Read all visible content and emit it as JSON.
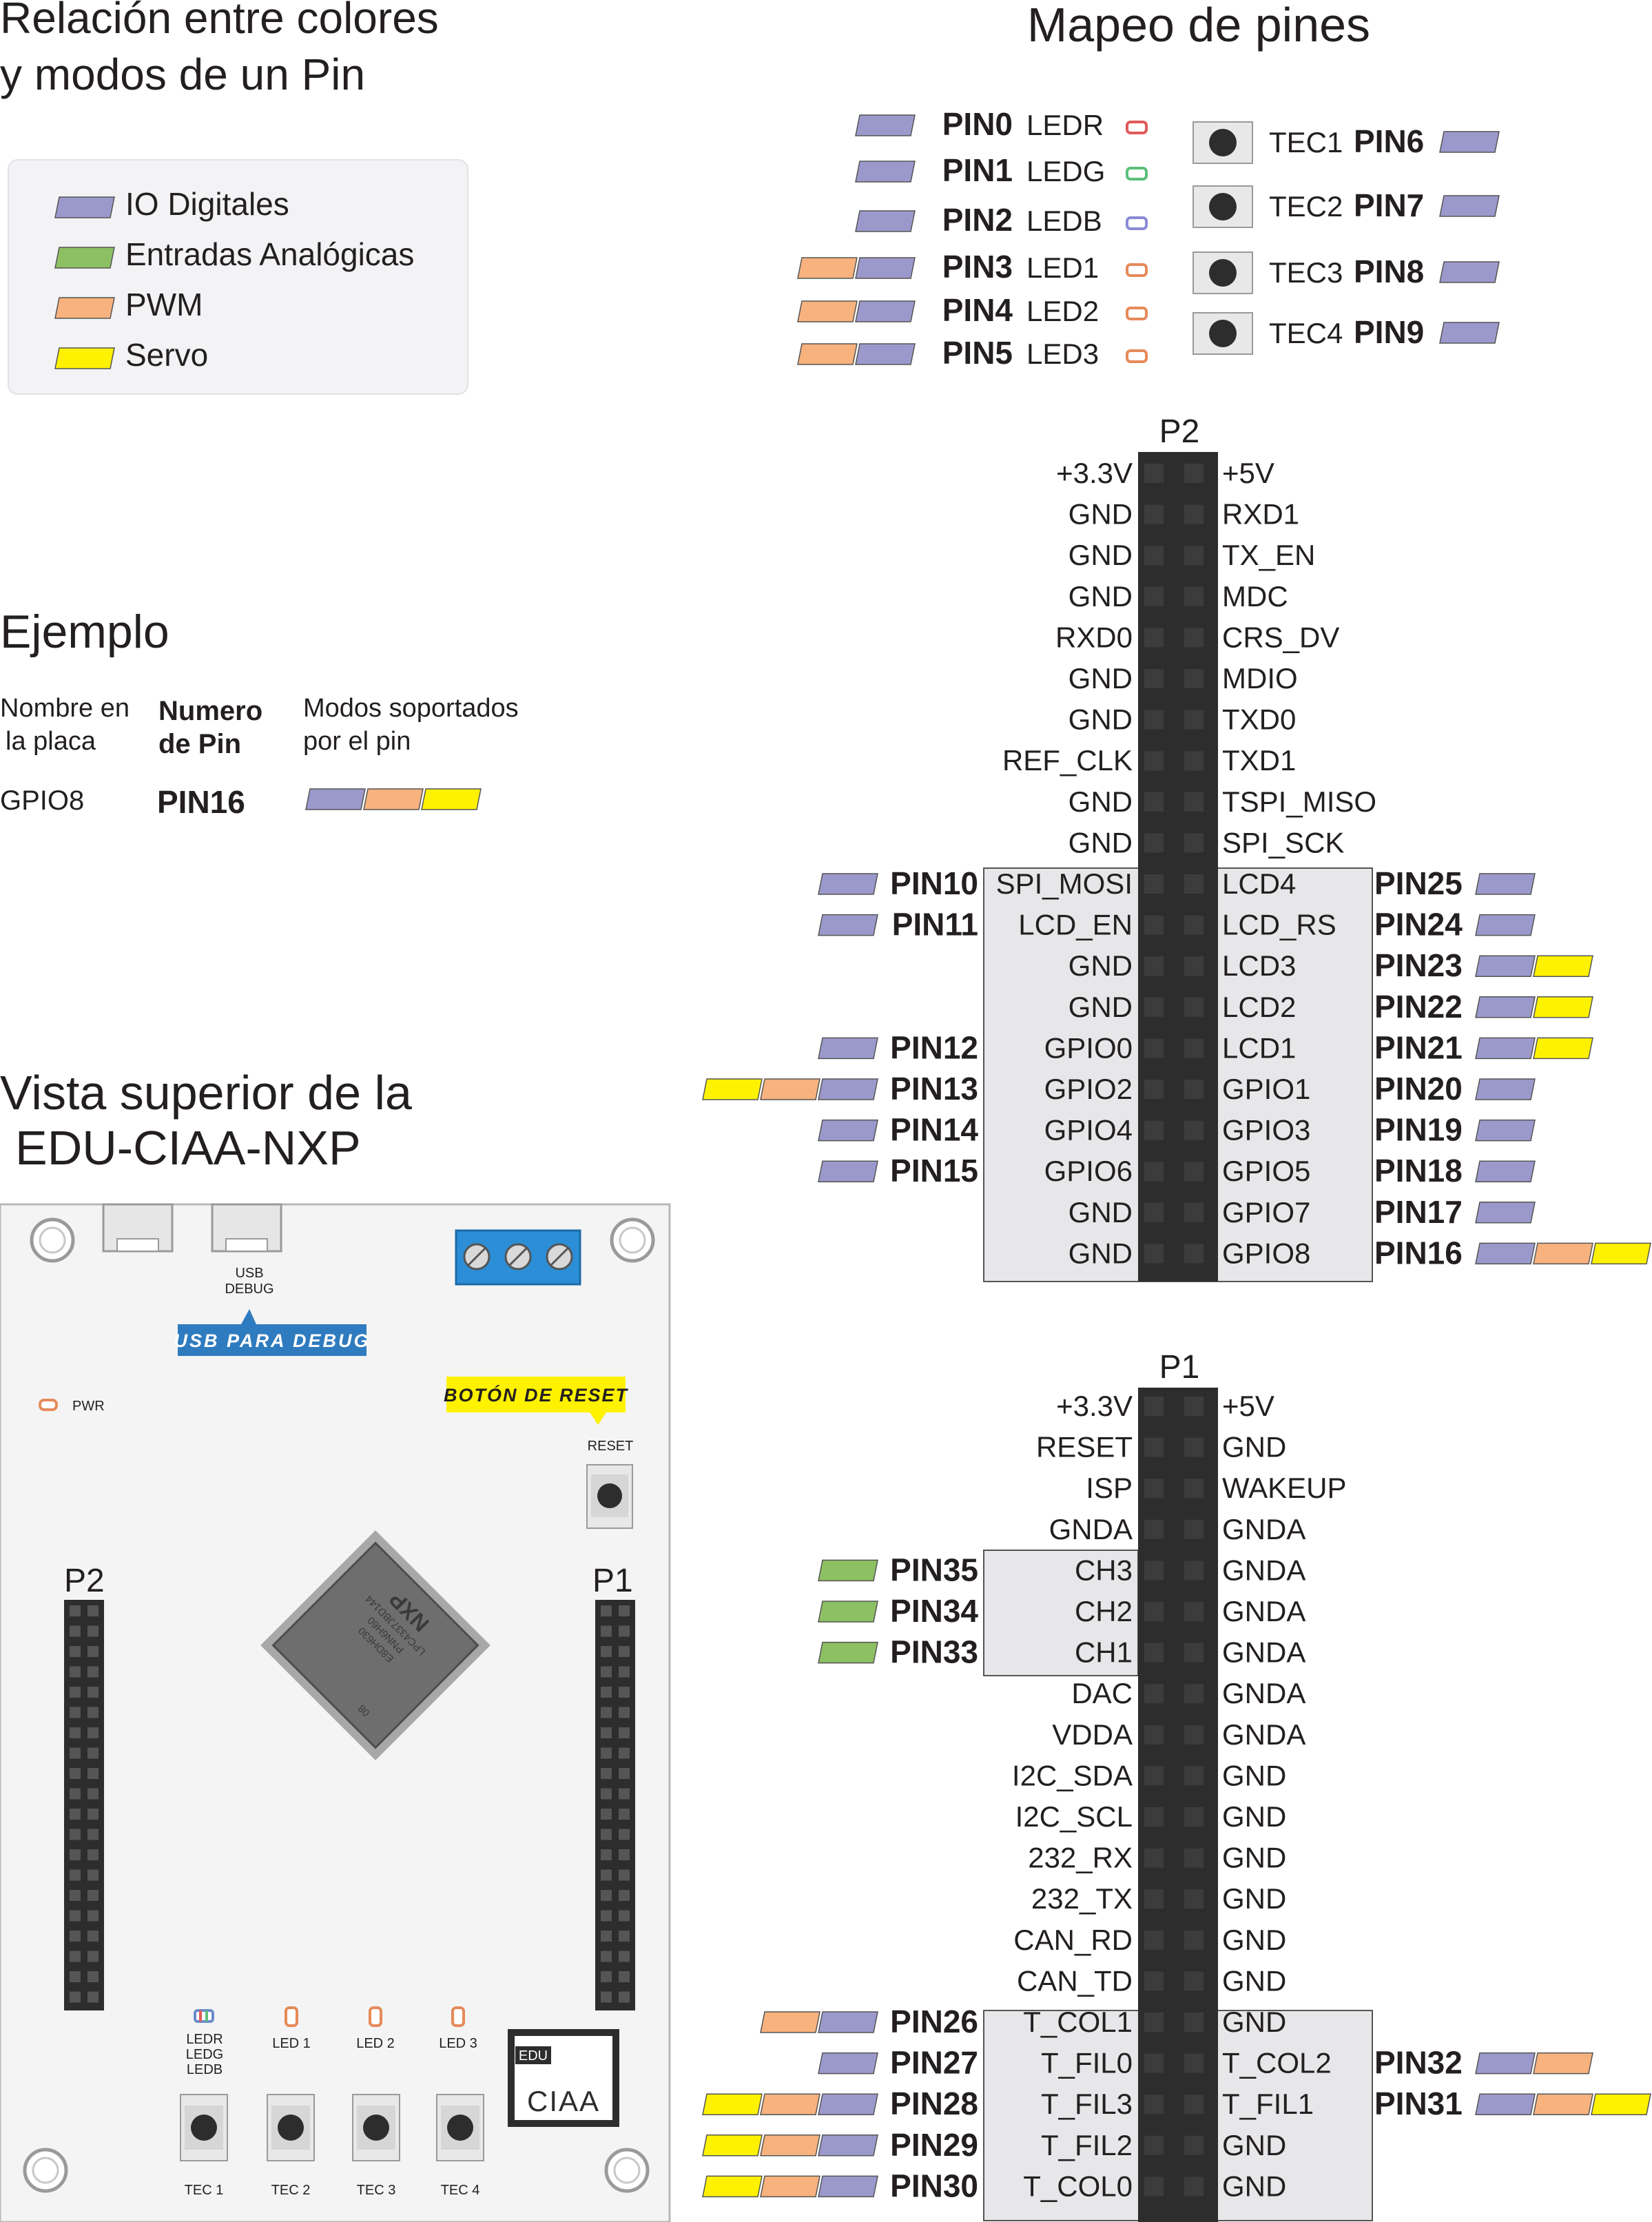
{
  "colors": {
    "io": "#9b99cc",
    "analog": "#8cc063",
    "pwm": "#f7b27e",
    "servo": "#fff200",
    "header": "#2d2d2d",
    "pin_square": "#3c3c3c",
    "group_box": "#e7e7e9",
    "legend_box": "#f3f2f4",
    "board": "#f4f4f4",
    "terminal": "#2b8ed6",
    "callout_blue": "#2f7bbf",
    "callout_yellow": "#fff200"
  },
  "legend": {
    "title_line1": "Relación entre colores",
    "title_line2": "y modos de un Pin",
    "items": [
      {
        "label": "IO Digitales",
        "color": "io"
      },
      {
        "label": "Entradas Analógicas",
        "color": "analog"
      },
      {
        "label": "PWM",
        "color": "pwm"
      },
      {
        "label": "Servo",
        "color": "servo"
      }
    ]
  },
  "example": {
    "title": "Ejemplo",
    "col1_line1": "Nombre en",
    "col1_line2": "la placa",
    "col2_line1": "Numero",
    "col2_line2": "de Pin",
    "col3_line1": "Modos soportados",
    "col3_line2": "por el pin",
    "board_name": "GPIO8",
    "pin_name": "PIN16",
    "modes": [
      "io",
      "pwm",
      "servo"
    ]
  },
  "top_view": {
    "title_line1": "Vista superior de la",
    "title_line2": "EDU-CIAA-NXP"
  },
  "board": {
    "usb_label_line1": "USB",
    "usb_label_line2": "DEBUG",
    "usb_callout": "USB PARA DEBUG",
    "reset_callout": "BOTÓN DE RESET",
    "reset_label": "RESET",
    "pwr_label": "PWR",
    "p2_label": "P2",
    "p1_label": "P1",
    "chip_text": [
      "NXP",
      "LPC4337JBD144",
      "PNN6H60",
      "E8DH630",
      "08"
    ],
    "led_rgb_labels": [
      "LEDR",
      "LEDG",
      "LEDB"
    ],
    "led_labels": [
      "LED 1",
      "LED 2",
      "LED 3"
    ],
    "tec_labels": [
      "TEC 1",
      "TEC 2",
      "TEC 3",
      "TEC 4"
    ],
    "logo_tag": "EDU",
    "logo_text": "CIAA"
  },
  "mapping": {
    "title": "Mapeo de pines",
    "leds": [
      {
        "pin": "PIN0",
        "label": "LEDR",
        "modes": [
          "io"
        ],
        "led": "#e05a5a"
      },
      {
        "pin": "PIN1",
        "label": "LEDG",
        "modes": [
          "io"
        ],
        "led": "#5bbf7a"
      },
      {
        "pin": "PIN2",
        "label": "LEDB",
        "modes": [
          "io"
        ],
        "led": "#8a8ad8"
      },
      {
        "pin": "PIN3",
        "label": "LED1",
        "modes": [
          "pwm",
          "io"
        ],
        "led": "#e58a5a"
      },
      {
        "pin": "PIN4",
        "label": "LED2",
        "modes": [
          "pwm",
          "io"
        ],
        "led": "#e58a5a"
      },
      {
        "pin": "PIN5",
        "label": "LED3",
        "modes": [
          "pwm",
          "io"
        ],
        "led": "#e58a5a"
      }
    ],
    "buttons": [
      {
        "label": "TEC1",
        "pin": "PIN6",
        "modes": [
          "io"
        ]
      },
      {
        "label": "TEC2",
        "pin": "PIN7",
        "modes": [
          "io"
        ]
      },
      {
        "label": "TEC3",
        "pin": "PIN8",
        "modes": [
          "io"
        ]
      },
      {
        "label": "TEC4",
        "pin": "PIN9",
        "modes": [
          "io"
        ]
      }
    ]
  },
  "p2": {
    "title": "P2",
    "rows": [
      {
        "left": "+3.3V",
        "right": "+5V"
      },
      {
        "left": "GND",
        "right": "RXD1"
      },
      {
        "left": "GND",
        "right": "TX_EN"
      },
      {
        "left": "GND",
        "right": "MDC"
      },
      {
        "left": "RXD0",
        "right": "CRS_DV"
      },
      {
        "left": "GND",
        "right": "MDIO"
      },
      {
        "left": "GND",
        "right": "TXD0"
      },
      {
        "left": "REF_CLK",
        "right": "TXD1"
      },
      {
        "left": "GND",
        "right": "TSPI_MISO"
      },
      {
        "left": "GND",
        "right": "SPI_SCK"
      },
      {
        "left": "SPI_MOSI",
        "right": "LCD4",
        "lpin": "PIN10",
        "lmodes": [
          "io"
        ],
        "rpin": "PIN25",
        "rmodes": [
          "io"
        ]
      },
      {
        "left": "LCD_EN",
        "right": "LCD_RS",
        "lpin": "PIN11",
        "lmodes": [
          "io"
        ],
        "rpin": "PIN24",
        "rmodes": [
          "io"
        ]
      },
      {
        "left": "GND",
        "right": "LCD3",
        "rpin": "PIN23",
        "rmodes": [
          "io",
          "servo"
        ]
      },
      {
        "left": "GND",
        "right": "LCD2",
        "rpin": "PIN22",
        "rmodes": [
          "io",
          "servo"
        ]
      },
      {
        "left": "GPIO0",
        "right": "LCD1",
        "lpin": "PIN12",
        "lmodes": [
          "io"
        ],
        "rpin": "PIN21",
        "rmodes": [
          "io",
          "servo"
        ]
      },
      {
        "left": "GPIO2",
        "right": "GPIO1",
        "lpin": "PIN13",
        "lmodes": [
          "servo",
          "pwm",
          "io"
        ],
        "rpin": "PIN20",
        "rmodes": [
          "io"
        ]
      },
      {
        "left": "GPIO4",
        "right": "GPIO3",
        "lpin": "PIN14",
        "lmodes": [
          "io"
        ],
        "rpin": "PIN19",
        "rmodes": [
          "io"
        ]
      },
      {
        "left": "GPIO6",
        "right": "GPIO5",
        "lpin": "PIN15",
        "lmodes": [
          "io"
        ],
        "rpin": "PIN18",
        "rmodes": [
          "io"
        ]
      },
      {
        "left": "GND",
        "right": "GPIO7",
        "rpin": "PIN17",
        "rmodes": [
          "io"
        ]
      },
      {
        "left": "GND",
        "right": "GPIO8",
        "rpin": "PIN16",
        "rmodes": [
          "io",
          "pwm",
          "servo"
        ]
      }
    ]
  },
  "p1": {
    "title": "P1",
    "rows": [
      {
        "left": "+3.3V",
        "right": "+5V"
      },
      {
        "left": "RESET",
        "right": "GND"
      },
      {
        "left": "ISP",
        "right": "WAKEUP"
      },
      {
        "left": "GNDA",
        "right": "GNDA"
      },
      {
        "left": "CH3",
        "right": "GNDA",
        "lpin": "PIN35",
        "lmodes": [
          "analog"
        ]
      },
      {
        "left": "CH2",
        "right": "GNDA",
        "lpin": "PIN34",
        "lmodes": [
          "analog"
        ]
      },
      {
        "left": "CH1",
        "right": "GNDA",
        "lpin": "PIN33",
        "lmodes": [
          "analog"
        ]
      },
      {
        "left": "DAC",
        "right": "GNDA"
      },
      {
        "left": "VDDA",
        "right": "GNDA"
      },
      {
        "left": "I2C_SDA",
        "right": "GND"
      },
      {
        "left": "I2C_SCL",
        "right": "GND"
      },
      {
        "left": "232_RX",
        "right": "GND"
      },
      {
        "left": "232_TX",
        "right": "GND"
      },
      {
        "left": "CAN_RD",
        "right": "GND"
      },
      {
        "left": "CAN_TD",
        "right": "GND"
      },
      {
        "left": "T_COL1",
        "right": "GND",
        "lpin": "PIN26",
        "lmodes": [
          "pwm",
          "io"
        ]
      },
      {
        "left": "T_FIL0",
        "right": "T_COL2",
        "lpin": "PIN27",
        "lmodes": [
          "io"
        ],
        "rpin": "PIN32",
        "rmodes": [
          "io",
          "pwm"
        ]
      },
      {
        "left": "T_FIL3",
        "right": "T_FIL1",
        "lpin": "PIN28",
        "lmodes": [
          "servo",
          "pwm",
          "io"
        ],
        "rpin": "PIN31",
        "rmodes": [
          "io",
          "pwm",
          "servo"
        ]
      },
      {
        "left": "T_FIL2",
        "right": "GND",
        "lpin": "PIN29",
        "lmodes": [
          "servo",
          "pwm",
          "io"
        ]
      },
      {
        "left": "T_COL0",
        "right": "GND",
        "lpin": "PIN30",
        "lmodes": [
          "servo",
          "pwm",
          "io"
        ]
      }
    ]
  }
}
